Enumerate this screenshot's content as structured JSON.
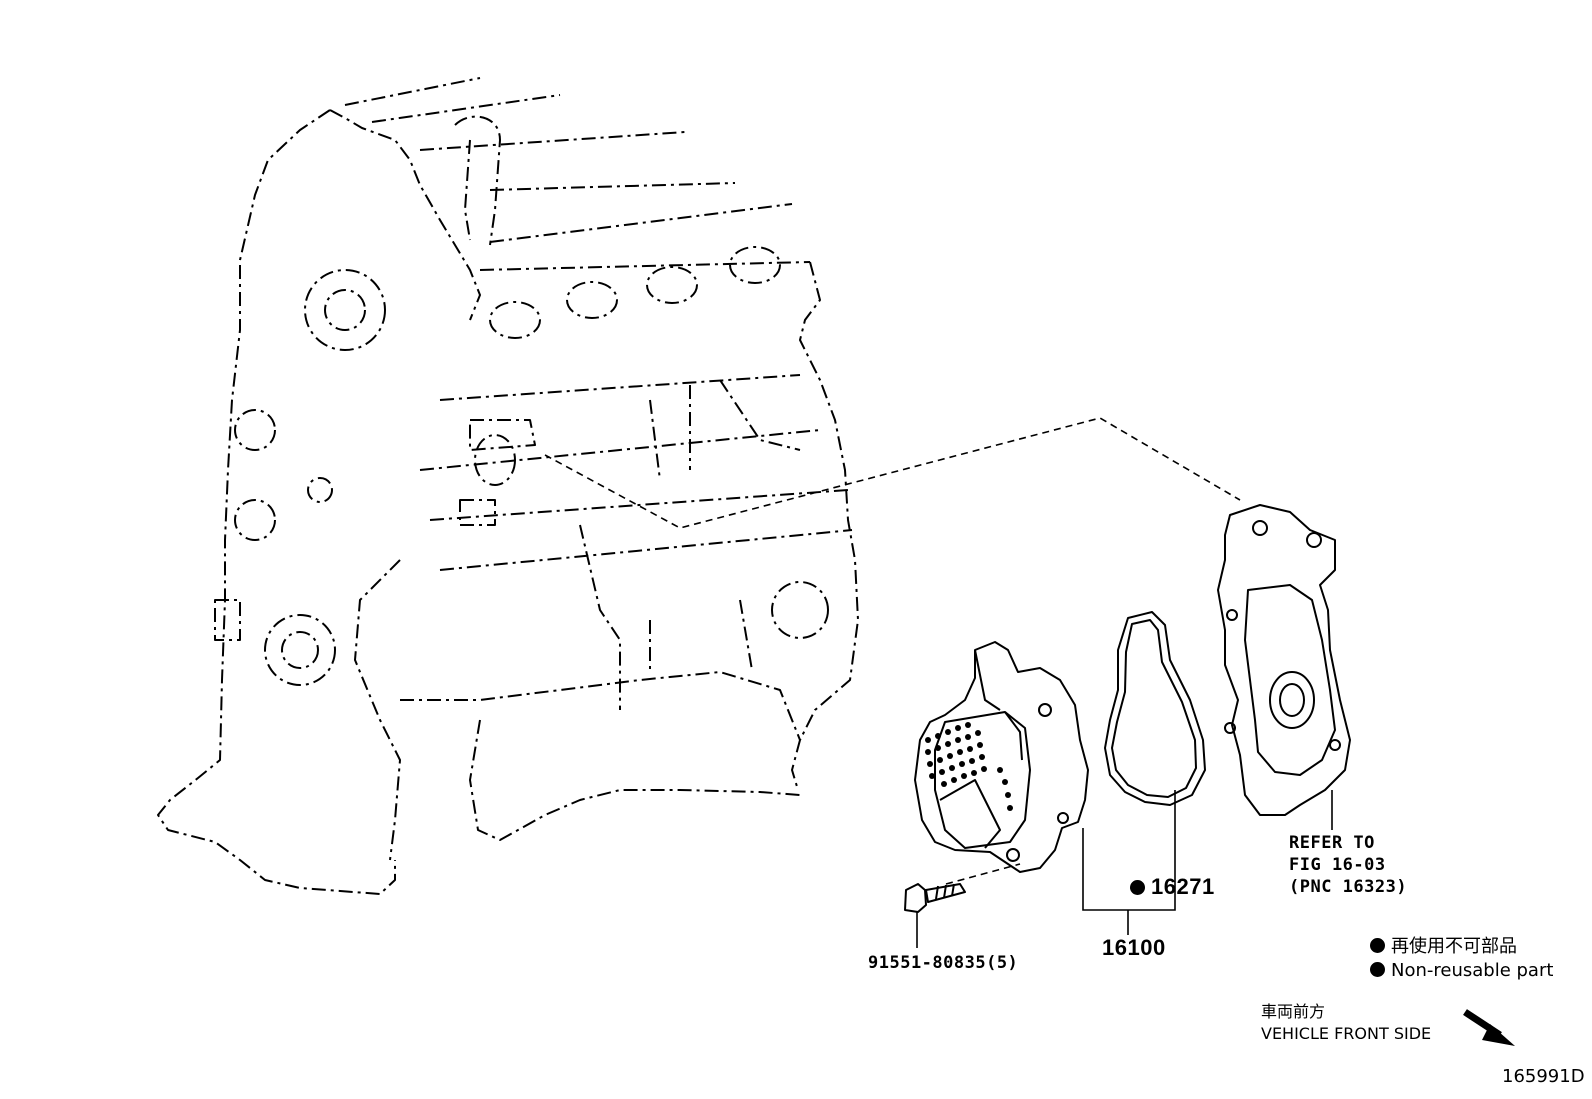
{
  "parts": {
    "bolt": "91551-80835(5)",
    "gasket": "16271",
    "water_pump_assy": "16100"
  },
  "refer": {
    "line1": "REFER TO",
    "line2": "FIG 16-03",
    "line3": "(PNC 16323)"
  },
  "legend": {
    "jp": "再使用不可部品",
    "en": "Non-reusable part"
  },
  "front": {
    "jp": "車両前方",
    "en": "VEHICLE FRONT SIDE"
  },
  "figure_id": "165991D"
}
